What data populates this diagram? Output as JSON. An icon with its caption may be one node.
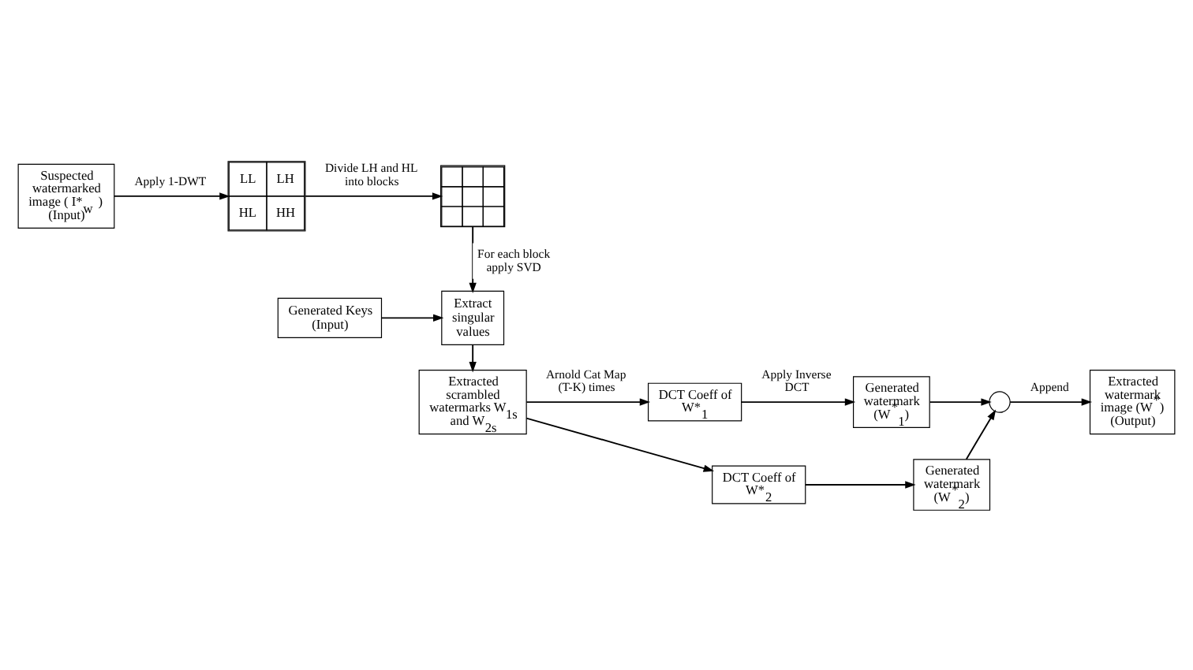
{
  "diagram": {
    "nodes": [
      {
        "text": [
          "Suspected watermarked image ( I*$_{w}$ ) (Input)"
        ]
      },
      {
        "text": [
          "LL",
          "LH",
          "HL",
          "HH"
        ]
      },
      {
        "text": [],
        "shape": "grid"
      },
      {
        "text": [
          "Generated Keys (Input)"
        ]
      },
      {
        "text": [
          "Extract singular values"
        ]
      },
      {
        "text": [
          "Extracted scrambled watermarks W$_{1s}$ and W$_{2s}$"
        ]
      },
      {
        "text": [
          "DCT Coeff of W*$_{1}$"
        ]
      },
      {
        "text": [
          "DCT Coeff of W*$_{2}$"
        ]
      },
      {
        "text": [
          "Generated watermark (W$^{*}$$_{1}$)"
        ]
      },
      {
        "text": [
          "Generated watermark (W$^{*}$$_{2}$)"
        ]
      },
      {
        "text": [],
        "shape": "circle"
      },
      {
        "text": [
          "Extracted watermark image (W$^{*}$) (Output)"
        ]
      }
    ],
    "edges": [
      {
        "from": 0,
        "to": 1,
        "arrow": "to",
        "label": "Apply 1-DWT"
      },
      {
        "from": 1,
        "to": 2,
        "arrow": "to",
        "label": "Divide LH and HL into blocks"
      },
      {
        "from": 2,
        "to": 4,
        "arrow": "to",
        "label": "For each block apply SVD"
      },
      {
        "from": 3,
        "to": 4,
        "arrow": "to"
      },
      {
        "from": 4,
        "to": 5,
        "arrow": "to"
      },
      {
        "from": 5,
        "to": 6,
        "arrow": "to",
        "label": "Arnold Cat Map (T-K) times"
      },
      {
        "from": 5,
        "to": 7,
        "arrow": "to"
      },
      {
        "from": 6,
        "to": 8,
        "arrow": "to",
        "label": "Apply Inverse DCT"
      },
      {
        "from": 7,
        "to": 9,
        "arrow": "to"
      },
      {
        "from": 8,
        "to": 10,
        "arrow": "to"
      },
      {
        "from": 9,
        "to": 10,
        "arrow": "to"
      },
      {
        "from": 10,
        "to": 11,
        "arrow": "to",
        "label": "Append"
      }
    ]
  }
}
